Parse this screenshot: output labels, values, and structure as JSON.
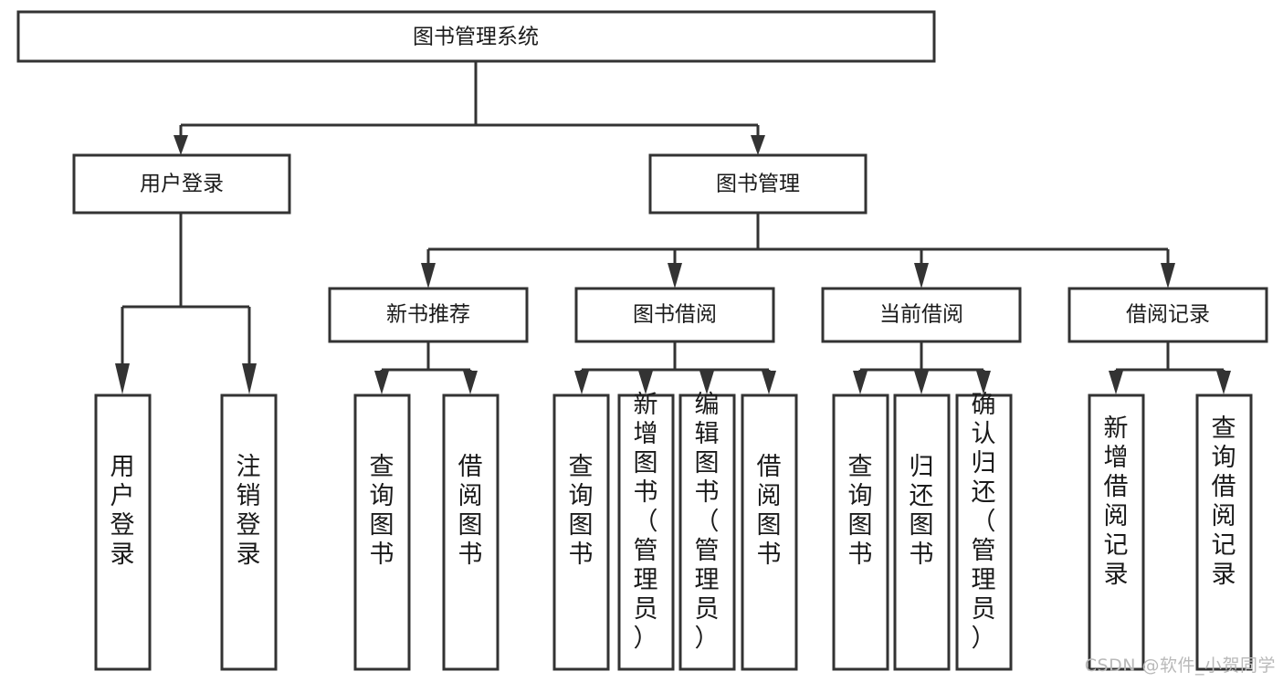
{
  "diagram": {
    "type": "tree-hierarchy-diagram",
    "title": "图书管理系统",
    "watermark": "CSDN @软件_小贺同学",
    "colors": {
      "stroke": "#333333",
      "fill": "#ffffff",
      "text": "#1a1a1a",
      "watermark": "#b9b9b9",
      "background": "#ffffff"
    },
    "levels": [
      {
        "level": 1,
        "nodes": [
          {
            "id": "root",
            "label": "图书管理系统",
            "orientation": "horizontal"
          }
        ]
      },
      {
        "level": 2,
        "nodes": [
          {
            "id": "user-login",
            "label": "用户登录",
            "orientation": "horizontal",
            "parent": "root"
          },
          {
            "id": "book-manage",
            "label": "图书管理",
            "orientation": "horizontal",
            "parent": "root"
          }
        ]
      },
      {
        "level": 3,
        "nodes": [
          {
            "id": "new-book-rec",
            "label": "新书推荐",
            "orientation": "horizontal",
            "parent": "book-manage"
          },
          {
            "id": "book-borrow",
            "label": "图书借阅",
            "orientation": "horizontal",
            "parent": "book-manage"
          },
          {
            "id": "current-borrow",
            "label": "当前借阅",
            "orientation": "horizontal",
            "parent": "book-manage"
          },
          {
            "id": "borrow-record",
            "label": "借阅记录",
            "orientation": "horizontal",
            "parent": "book-manage"
          }
        ]
      },
      {
        "level": 4,
        "nodes": [
          {
            "id": "leaf-user-login",
            "label": "用户登录",
            "orientation": "vertical",
            "parent": "user-login"
          },
          {
            "id": "leaf-logout",
            "label": "注销登录",
            "orientation": "vertical",
            "parent": "user-login"
          },
          {
            "id": "leaf-query-book-1",
            "label": "查询图书",
            "orientation": "vertical",
            "parent": "new-book-rec"
          },
          {
            "id": "leaf-borrow-book-1",
            "label": "借阅图书",
            "orientation": "vertical",
            "parent": "new-book-rec"
          },
          {
            "id": "leaf-query-book-2",
            "label": "查询图书",
            "orientation": "vertical",
            "parent": "book-borrow"
          },
          {
            "id": "leaf-add-book",
            "label": "新增图书（管理员）",
            "orientation": "vertical",
            "parent": "book-borrow"
          },
          {
            "id": "leaf-edit-book",
            "label": "编辑图书（管理员）",
            "orientation": "vertical",
            "parent": "book-borrow"
          },
          {
            "id": "leaf-borrow-book-2",
            "label": "借阅图书",
            "orientation": "vertical",
            "parent": "book-borrow"
          },
          {
            "id": "leaf-query-book-3",
            "label": "查询图书",
            "orientation": "vertical",
            "parent": "current-borrow"
          },
          {
            "id": "leaf-return-book",
            "label": "归还图书",
            "orientation": "vertical",
            "parent": "current-borrow"
          },
          {
            "id": "leaf-confirm-return",
            "label": "确认归还（管理员）",
            "orientation": "vertical",
            "parent": "current-borrow"
          },
          {
            "id": "leaf-add-record",
            "label": "新增借阅记录",
            "orientation": "vertical",
            "parent": "borrow-record"
          },
          {
            "id": "leaf-query-record",
            "label": "查询借阅记录",
            "orientation": "vertical",
            "parent": "borrow-record"
          }
        ]
      }
    ],
    "labels": {
      "root": "图书管理系统",
      "user_login": "用户登录",
      "book_manage": "图书管理",
      "new_book_rec": "新书推荐",
      "book_borrow": "图书借阅",
      "current_borrow": "当前借阅",
      "borrow_record": "借阅记录",
      "leaf_user_login": "用户登录",
      "leaf_logout": "注销登录",
      "leaf_query_book_1": "查询图书",
      "leaf_borrow_book_1": "借阅图书",
      "leaf_query_book_2": "查询图书",
      "leaf_add_book": "新增图书（管理员）",
      "leaf_edit_book": "编辑图书（管理员）",
      "leaf_borrow_book_2": "借阅图书",
      "leaf_query_book_3": "查询图书",
      "leaf_return_book": "归还图书",
      "leaf_confirm_return": "确认归还（管理员）",
      "leaf_add_record": "新增借阅记录",
      "leaf_query_record": "查询借阅记录"
    }
  }
}
